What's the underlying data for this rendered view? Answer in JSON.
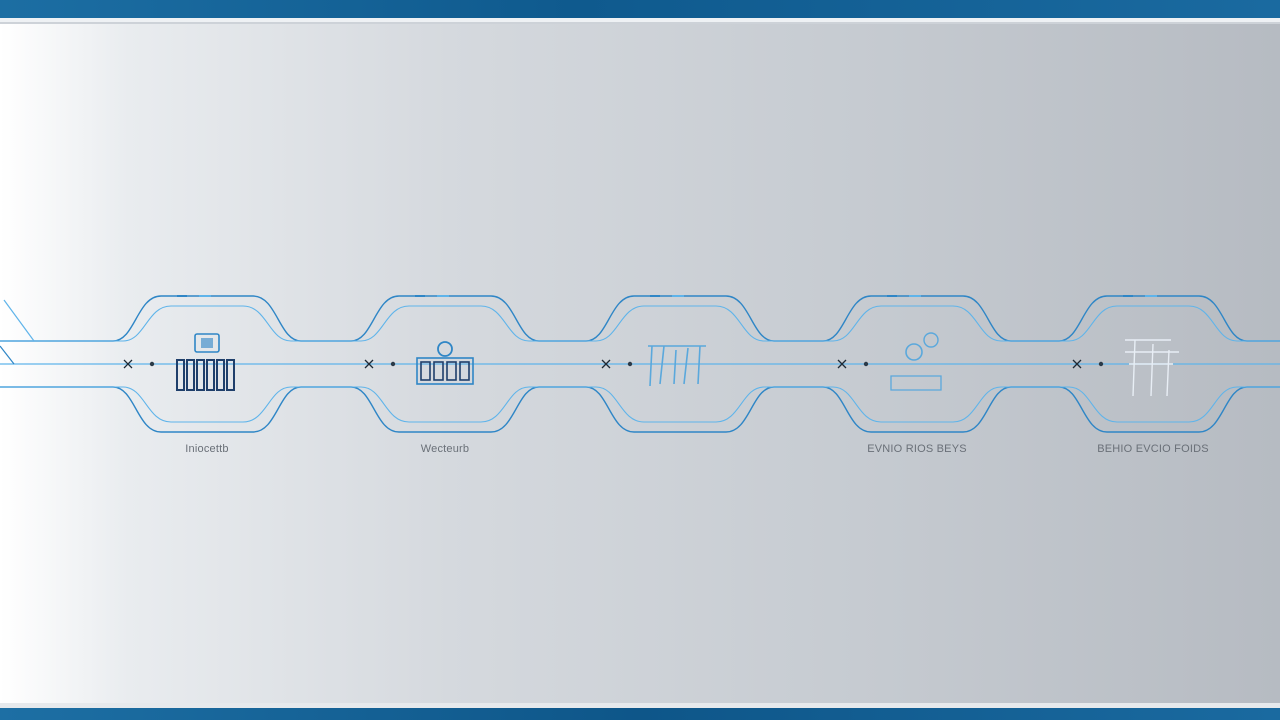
{
  "colors": {
    "band": "#0f5a8e",
    "line_dark": "#2f86c6",
    "line_light": "#5fb4ea",
    "icon_dark": "#1f3f6b",
    "icon_light": "#5aa8dc",
    "label": "#6a7078"
  },
  "nodes": [
    {
      "label": "Iniocettb",
      "icon": "chip-grid-icon"
    },
    {
      "label": "Wecteurb",
      "icon": "robot-grid-icon"
    },
    {
      "label": "",
      "icon": "bar-glyph-icon"
    },
    {
      "label": "EVNIO RIOS BEYS",
      "icon": "circles-icon"
    },
    {
      "label": "BEHIO EVCIO FOIDS",
      "icon": "sketch-grid-icon"
    }
  ]
}
